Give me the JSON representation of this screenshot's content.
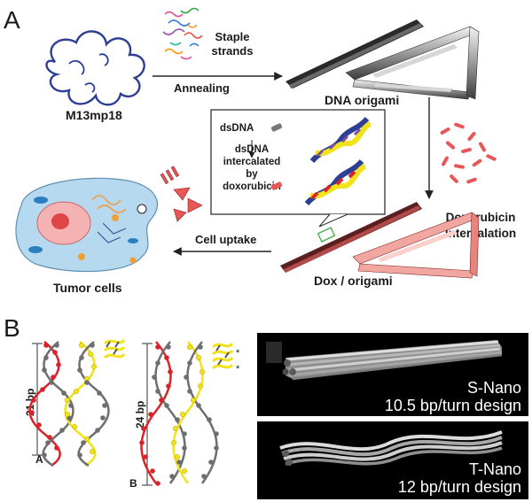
{
  "panel_a": {
    "label": "A",
    "m13": "M13mp18",
    "staple_line1": "Staple",
    "staple_line2": "strands",
    "annealing": "Annealing",
    "origami": "DNA origami",
    "inset_dsdna": "dsDNA",
    "inset_line1": "dsDNA",
    "inset_line2": "intercalated",
    "inset_line3": "by",
    "inset_line4": "doxorubicin",
    "dox_line1": "Doxorubicin",
    "dox_line2": "Intercalation",
    "cell_uptake": "Cell uptake",
    "dox_origami": "Dox / origami",
    "tumor": "Tumor cells"
  },
  "panel_b": {
    "label": "B",
    "bp21": "21 bp",
    "bp24": "24 bp",
    "sub_a": "A",
    "sub_b": "B",
    "star": "*",
    "snano_title": "S-Nano",
    "snano_design": "10.5 bp/turn design",
    "tnano_title": "T-Nano",
    "tnano_design": "12 bp/turn design"
  },
  "colors": {
    "dna_blue": "#2d3f93",
    "helix_red": "#d9232a",
    "helix_yellow": "#f1e21a",
    "helix_grey": "#6e6e6e",
    "dox_pink": "#e75757",
    "panel_black": "#000000"
  }
}
